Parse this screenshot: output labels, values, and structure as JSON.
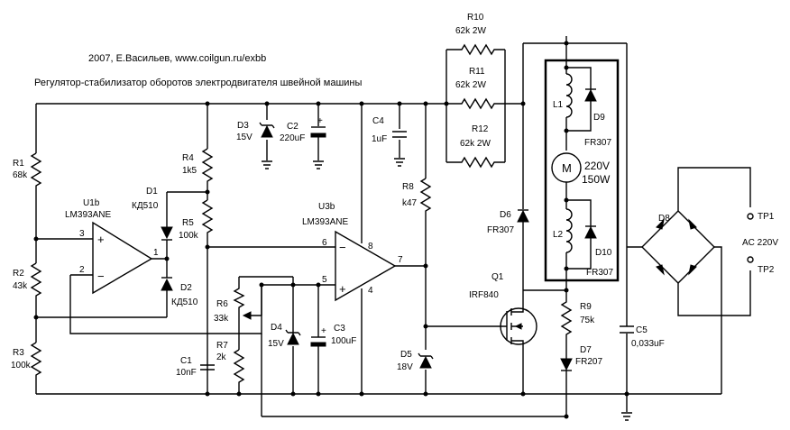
{
  "header": {
    "author": "2007, Е.Васильев, www.coilgun.ru/exbb",
    "title": "Регулятор-стабилизатор оборотов  электродвигателя швейной машины"
  },
  "labels": {
    "R1": "R1",
    "R1v": "68k",
    "R2": "R2",
    "R2v": "43k",
    "R3": "R3",
    "R3v": "100k",
    "R4": "R4",
    "R4v": "1k5",
    "R5": "R5",
    "R5v": "100k",
    "R6": "R6",
    "R6v": "33k",
    "R7": "R7",
    "R7v": "2k",
    "R8": "R8",
    "R8v": "k47",
    "R9": "R9",
    "R9v": "75k",
    "R10": "R10",
    "R10v": "62k 2W",
    "R11": "R11",
    "R11v": "62k 2W",
    "R12": "R12",
    "R12v": "62k 2W",
    "C1": "C1",
    "C1v": "10nF",
    "C2": "C2",
    "C2v": "220uF",
    "C3": "C3",
    "C3v": "100uF",
    "C4": "C4",
    "C4v": "1uF",
    "C5": "C5",
    "C5v": "0,033uF",
    "D1": "D1",
    "D1v": "КД510",
    "D2": "D2",
    "D2v": "КД510",
    "D3": "D3",
    "D3v": "15V",
    "D4": "D4",
    "D4v": "15V",
    "D5": "D5",
    "D5v": "18V",
    "D6": "D6",
    "D6v": "FR307",
    "D7": "D7",
    "D7v": "FR207",
    "D8": "D8",
    "D9": "D9",
    "D9v": "FR307",
    "D10": "D10",
    "D10v": "FR307",
    "U1": "U1b",
    "U1v": "LM393ANE",
    "U3": "U3b",
    "U3v": "LM393ANE",
    "Q1": "Q1",
    "Q1v": "IRF840",
    "L1": "L1",
    "L2": "L2",
    "M": "M",
    "Mv1": "220V",
    "Mv2": "150W",
    "TP1": "TP1",
    "TP2": "TP2",
    "AC": "AC 220V",
    "pin3": "3",
    "pin2": "2",
    "pin1": "1",
    "pin6": "6",
    "pin5": "5",
    "pin7": "7",
    "pin8": "8",
    "pin4": "4"
  }
}
